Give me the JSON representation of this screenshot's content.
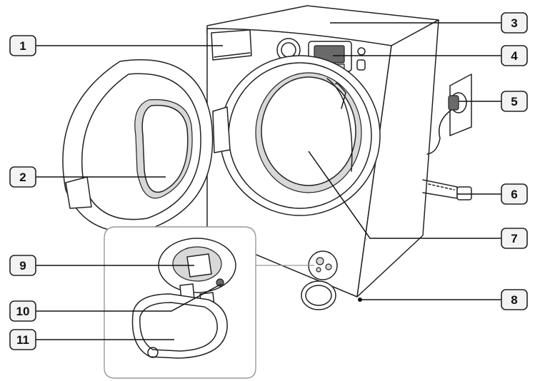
{
  "diagram": {
    "callouts": [
      {
        "label": "1",
        "part": "detergent-drawer"
      },
      {
        "label": "2",
        "part": "door"
      },
      {
        "label": "3",
        "part": "top-panel"
      },
      {
        "label": "4",
        "part": "control-panel"
      },
      {
        "label": "5",
        "part": "power-plug"
      },
      {
        "label": "6",
        "part": "drain-hose"
      },
      {
        "label": "7",
        "part": "drum"
      },
      {
        "label": "8",
        "part": "adjustable-foot"
      },
      {
        "label": "9",
        "part": "pump-filter"
      },
      {
        "label": "10",
        "part": "emergency-drain-tube"
      },
      {
        "label": "11",
        "part": "filter-cover"
      }
    ]
  }
}
